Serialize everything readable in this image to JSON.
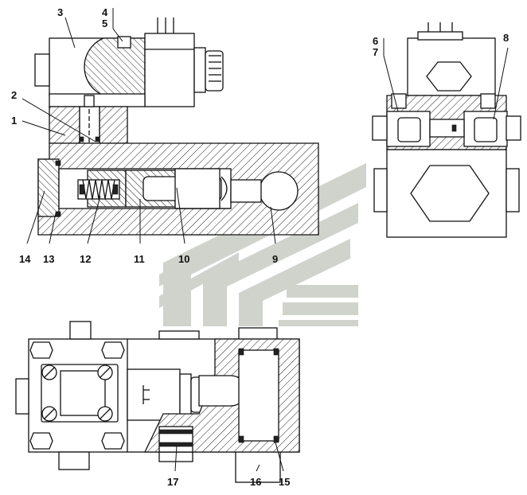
{
  "diagram": {
    "callouts": [
      {
        "id": "3",
        "text": "3"
      },
      {
        "id": "4",
        "text": "4"
      },
      {
        "id": "5",
        "text": "5"
      },
      {
        "id": "2",
        "text": "2"
      },
      {
        "id": "1",
        "text": "1"
      },
      {
        "id": "14",
        "text": "14"
      },
      {
        "id": "13",
        "text": "13"
      },
      {
        "id": "12",
        "text": "12"
      },
      {
        "id": "11",
        "text": "11"
      },
      {
        "id": "10",
        "text": "10"
      },
      {
        "id": "9",
        "text": "9"
      },
      {
        "id": "6",
        "text": "6"
      },
      {
        "id": "7",
        "text": "7"
      },
      {
        "id": "8",
        "text": "8"
      },
      {
        "id": "17",
        "text": "17"
      },
      {
        "id": "16",
        "text": "16"
      },
      {
        "id": "15",
        "text": "15"
      }
    ],
    "colors": {
      "line": "#111111",
      "watermark": "#c8ccc4"
    }
  }
}
